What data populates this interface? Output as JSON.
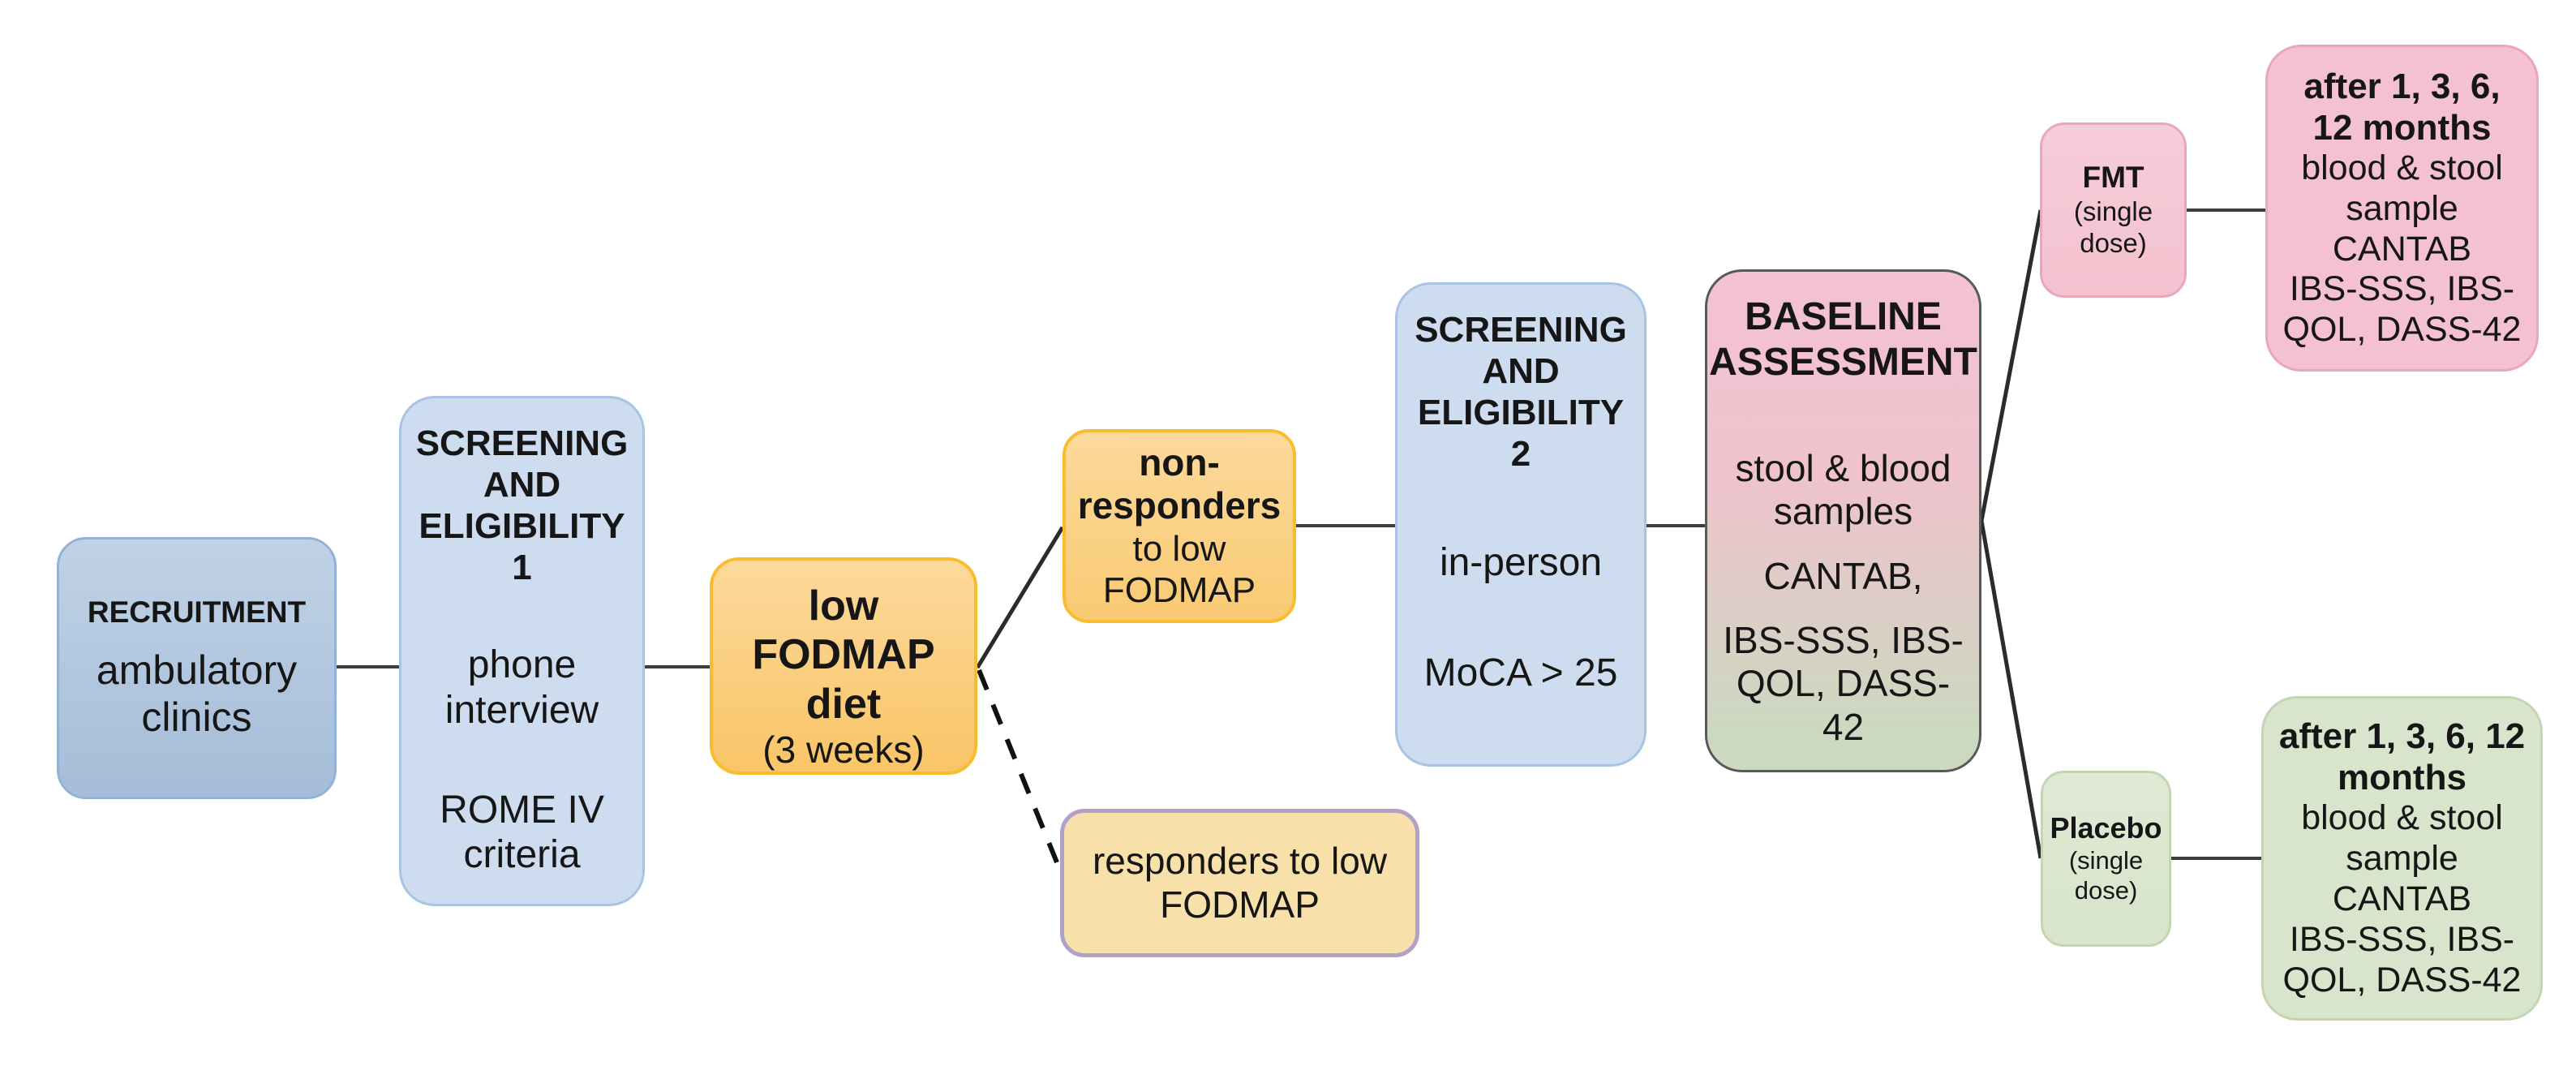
{
  "boxes": {
    "recruitment": {
      "title": "RECRUITMENT",
      "body": "ambulatory clinics"
    },
    "screening1": {
      "title": "SCREENING AND ELIGIBILITY 1",
      "body1": "phone interview",
      "body2": "ROME IV criteria"
    },
    "fodmap_diet": {
      "title": "low FODMAP diet",
      "body": "(3 weeks)"
    },
    "non_responders": {
      "title": "non-responders",
      "body": "to low FODMAP"
    },
    "responders": {
      "body": "responders to low FODMAP"
    },
    "screening2": {
      "title": "SCREENING AND ELIGIBILITY 2",
      "body1": "in-person",
      "body2": "MoCA > 25"
    },
    "baseline": {
      "title": "BASELINE ASSESSMENT",
      "body1": "stool & blood samples",
      "body2": "CANTAB,",
      "body3": "IBS-SSS, IBS-QOL, DASS-42"
    },
    "fmt": {
      "title": "FMT",
      "body": "(single dose)"
    },
    "fmt_followup": {
      "title": "after 1, 3, 6, 12 months",
      "body1": "blood & stool sample",
      "body2": "CANTAB",
      "body3": "IBS-SSS, IBS-QOL, DASS-42"
    },
    "placebo": {
      "title": "Placebo",
      "body": "(single dose)"
    },
    "placebo_followup": {
      "title": "after 1, 3, 6, 12 months",
      "body1": "blood & stool sample",
      "body2": "CANTAB",
      "body3": "IBS-SSS, IBS-QOL, DASS-42"
    }
  },
  "edges": [
    {
      "from": "recruitment",
      "to": "screening1",
      "style": "solid"
    },
    {
      "from": "screening1",
      "to": "fodmap_diet",
      "style": "solid"
    },
    {
      "from": "fodmap_diet",
      "to": "non_responders",
      "style": "solid"
    },
    {
      "from": "fodmap_diet",
      "to": "responders",
      "style": "dashed"
    },
    {
      "from": "non_responders",
      "to": "screening2",
      "style": "solid"
    },
    {
      "from": "screening2",
      "to": "baseline",
      "style": "solid"
    },
    {
      "from": "baseline",
      "to": "fmt",
      "style": "solid"
    },
    {
      "from": "baseline",
      "to": "placebo",
      "style": "solid"
    },
    {
      "from": "fmt",
      "to": "fmt_followup",
      "style": "solid"
    },
    {
      "from": "placebo",
      "to": "placebo_followup",
      "style": "solid"
    }
  ],
  "colors": {
    "canvas_bg": "#ffffff",
    "text": "#161616",
    "blue_grad_top": "#c0d2e6",
    "blue_grad_bottom": "#a5bdd8",
    "blue_border": "#94b2d4",
    "lightblue_fill": "#cddcee",
    "lightblue_border": "#a9c4e2",
    "orange_grad_top": "#fcd99c",
    "orange_grad_bottom": "#f9c566",
    "orange_grad_bottom2": "#f9ca72",
    "gold_border": "#f8bd2f",
    "tan_fill": "#f8e0ab",
    "purple_border": "#b1a0c8",
    "pink_light": "#f6cdd9",
    "pink_fill": "#f3c1cf",
    "pink_border": "#eba7ba",
    "green_light": "#dfe9d4",
    "green_fill": "#d8e4cb",
    "green_border": "#c3d5b3",
    "baseline_top": "#f4c2d2",
    "baseline_mid": "#eec3cc",
    "baseline_bottom": "#ccd8c0",
    "baseline_border": "#595959",
    "connector": "#3d3d3d",
    "dashed_connector": "#111111"
  }
}
